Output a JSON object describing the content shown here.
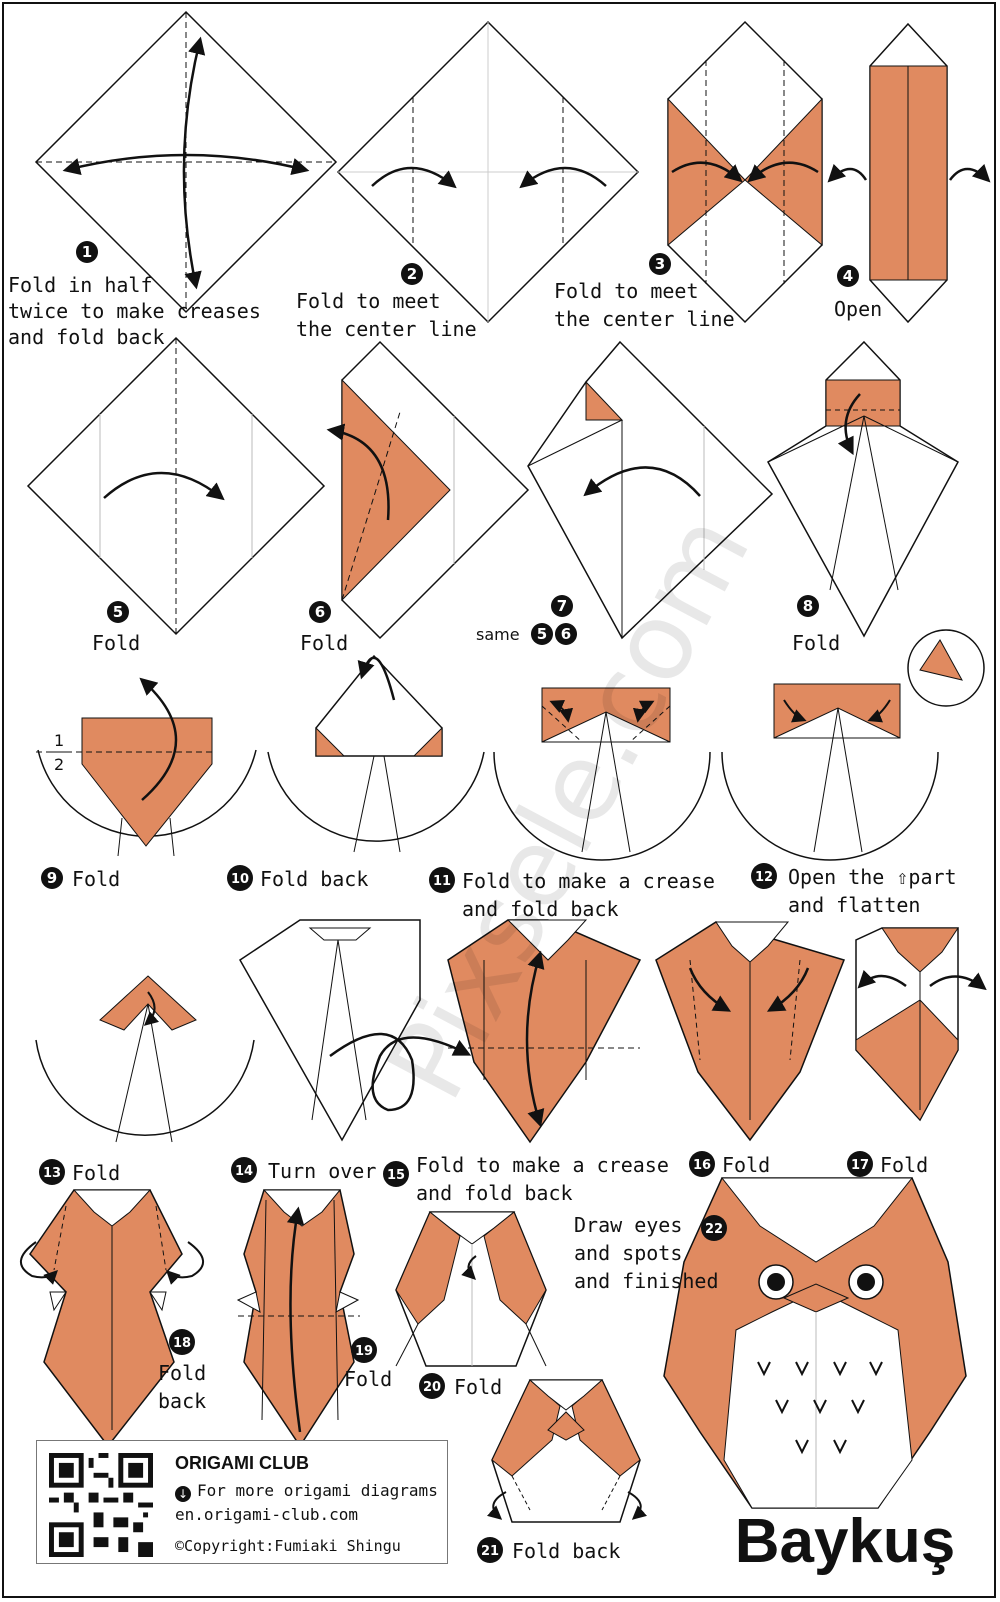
{
  "title": "Baykuş",
  "watermark": "Pixsele.com",
  "colors": {
    "paper_front": "#e08a60",
    "paper_back": "#ffffff",
    "line": "#111111"
  },
  "steps": [
    {
      "n": "1",
      "text": [
        "Fold in half",
        "twice to make creases",
        "and fold back"
      ]
    },
    {
      "n": "2",
      "text": [
        "Fold to meet",
        "the center line"
      ]
    },
    {
      "n": "3",
      "text": [
        "Fold to meet",
        "the center line"
      ]
    },
    {
      "n": "4",
      "text": [
        "Open"
      ]
    },
    {
      "n": "5",
      "text": [
        "Fold"
      ]
    },
    {
      "n": "6",
      "text": [
        "Fold"
      ]
    },
    {
      "n": "7",
      "text": [
        "same"
      ],
      "refs": [
        "5",
        "6"
      ]
    },
    {
      "n": "8",
      "text": [
        "Fold"
      ]
    },
    {
      "n": "9",
      "text": [
        "Fold"
      ]
    },
    {
      "n": "10",
      "text": [
        "Fold back"
      ]
    },
    {
      "n": "11",
      "text": [
        "Fold to make a crease",
        "and fold back"
      ]
    },
    {
      "n": "12",
      "text": [
        "Open the",
        "part",
        "and flatten"
      ]
    },
    {
      "n": "13",
      "text": [
        "Fold"
      ]
    },
    {
      "n": "14",
      "text": [
        "Turn over"
      ]
    },
    {
      "n": "15",
      "text": [
        "Fold to make a crease",
        "and fold back"
      ]
    },
    {
      "n": "16",
      "text": [
        "Fold"
      ]
    },
    {
      "n": "17",
      "text": [
        "Fold"
      ]
    },
    {
      "n": "18",
      "text": [
        "Fold",
        "back"
      ]
    },
    {
      "n": "19",
      "text": [
        "Fold"
      ]
    },
    {
      "n": "20",
      "text": [
        "Fold"
      ]
    },
    {
      "n": "21",
      "text": [
        "Fold back"
      ]
    },
    {
      "n": "22",
      "text": [
        "Draw eyes",
        "and spots",
        "and finished"
      ]
    }
  ],
  "ratio": {
    "top": "1",
    "bottom": "2"
  },
  "credit": {
    "brand": "ORIGAMI CLUB",
    "more": "For more origami diagrams",
    "url": "en.origami-club.com",
    "copyright": "©Copyright:Fumiaki Shingu"
  }
}
